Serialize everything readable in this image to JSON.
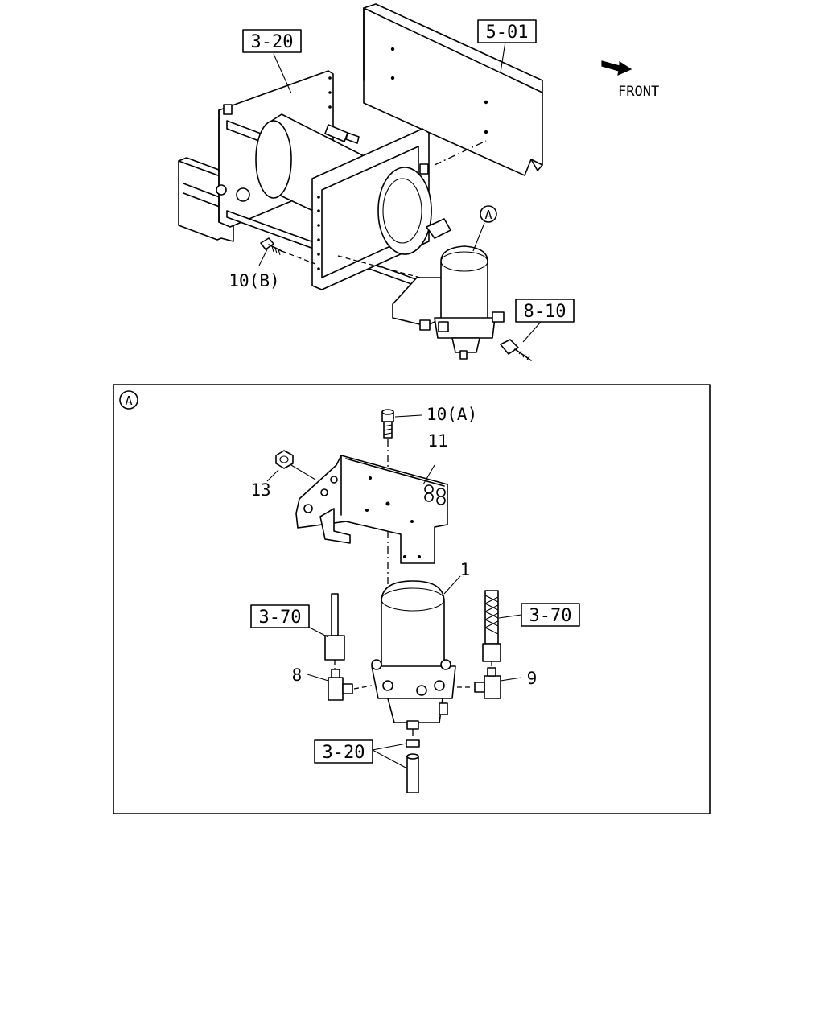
{
  "labels": {
    "ref_3_20_top": "3-20",
    "ref_5_01": "5-01",
    "front": "FRONT",
    "callout_a_top": "A",
    "ref_8_10": "8-10",
    "part_10b": "10(B)",
    "callout_a_detail": "A",
    "part_10a": "10(A)",
    "part_11": "11",
    "part_13": "13",
    "part_1": "1",
    "ref_3_70_left": "3-70",
    "ref_3_70_right": "3-70",
    "part_8": "8",
    "part_9": "9",
    "ref_3_20_bottom": "3-20"
  }
}
